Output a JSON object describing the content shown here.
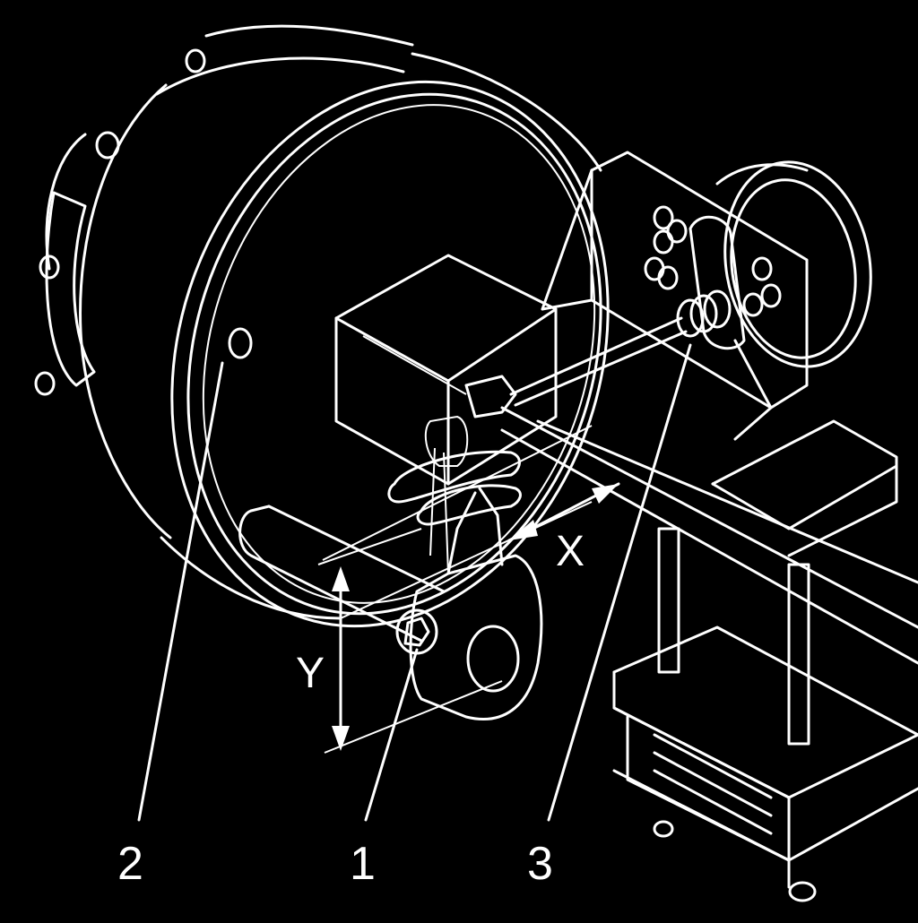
{
  "diagram": {
    "callouts": [
      {
        "id": "1",
        "text": "1"
      },
      {
        "id": "2",
        "text": "2"
      },
      {
        "id": "3",
        "text": "3"
      }
    ],
    "dimensions": {
      "x_label": "X",
      "y_label": "Y"
    }
  },
  "colors": {
    "background": "#000000",
    "line": "#ffffff"
  }
}
